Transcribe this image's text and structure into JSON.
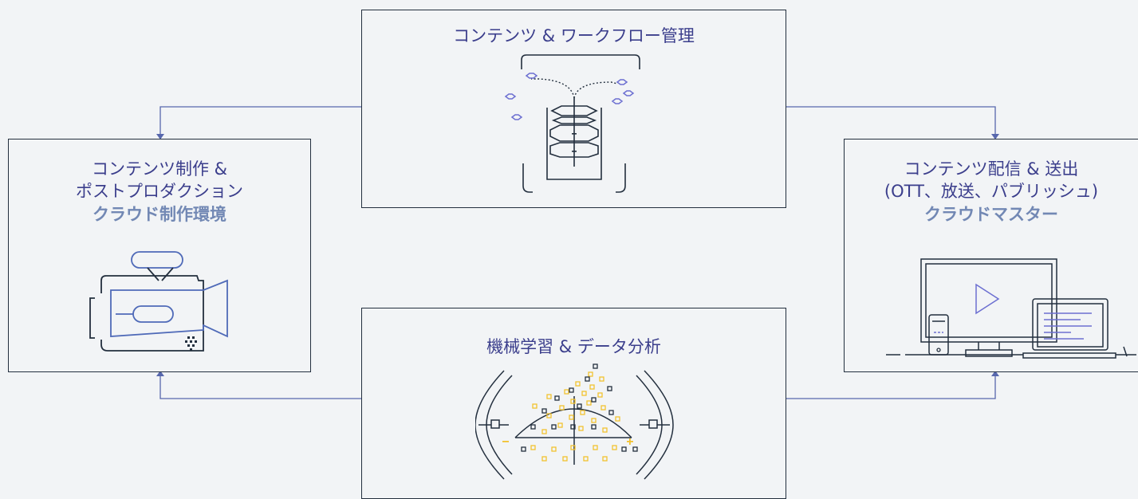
{
  "colors": {
    "background": "#f2f4f6",
    "box_border": "#232f3e",
    "title_text": "#3b3e8c",
    "subtitle_text": "#7288b4",
    "connector": "#5767ad",
    "icon_dark": "#232f3e",
    "icon_purple": "#6c6fd1",
    "icon_blue": "#4f6ab8",
    "icon_yellow": "#f2c230"
  },
  "nodes": {
    "workflow": {
      "title": "コンテンツ & ワークフロー管理",
      "icon": "database-stack-icon"
    },
    "production": {
      "title_line1": "コンテンツ制作 &",
      "title_line2": "ポストプロダクション",
      "subtitle": "クラウド制作環境",
      "icon": "video-camera-icon"
    },
    "distribution": {
      "title_line1": "コンテンツ配信 & 送出",
      "title_line2": "(OTT、放送、パブリッシュ)",
      "subtitle": "クラウドマスター",
      "icon": "multi-device-icon"
    },
    "analytics": {
      "title": "機械学習 & データ分析",
      "icon": "data-scatter-icon"
    }
  }
}
